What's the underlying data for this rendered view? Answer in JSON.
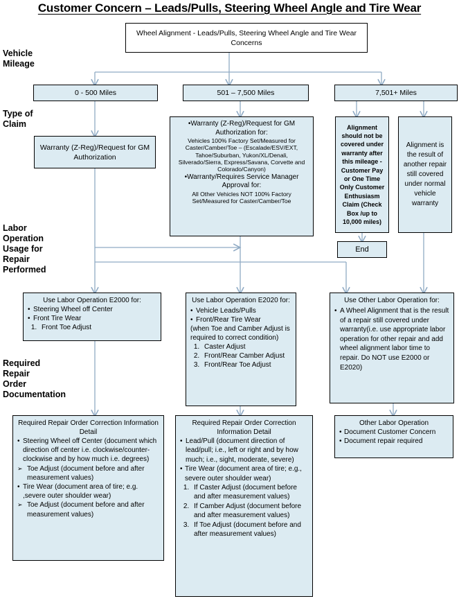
{
  "title": "Customer Concern – Leads/Pulls, Steering Wheel Angle and Tire Wear",
  "row_labels": {
    "mileage": "Vehicle\nMileage",
    "claim": "Type of\nClaim",
    "labor": "Labor\nOperation\nUsage for\nRepair\nPerformed",
    "documentation": "Required\nRepair\nOrder\nDocumentation"
  },
  "colors": {
    "box_fill": "#dcebf2",
    "box_border": "#000000",
    "wire": "#8faac4",
    "text": "#000000"
  },
  "start_box": {
    "text": "Wheel Alignment - Leads/Pulls, Steering Wheel Angle and Tire Wear Concerns"
  },
  "mileage_boxes": [
    {
      "label": "0 - 500 Miles"
    },
    {
      "label": "501 – 7,500 Miles"
    },
    {
      "label": "7,501+ Miles"
    }
  ],
  "claim_boxes": {
    "low": {
      "text": "Warranty (Z-Reg)/Request for GM  Authorization"
    },
    "mid": {
      "bullet1_head": "Warranty (Z-Reg)/Request for GM Authorization for:",
      "bullet1_body": "Vehicles 100% Factory Set/Measured for Caster/Camber/Toe – (Escalade/ESV/EXT, Tahoe/Suburban, Yukon/XL/Denali, Silverado/Sierra, Express/Savana,  Corvette and Colorado/Canyon)",
      "bullet2_head": "Warranty/Requires Service Manager Approval for:",
      "bullet2_body": "All Other Vehicles NOT 100% Factory Set/Measured for Caster/Camber/Toe"
    },
    "high_a": {
      "text": "Alignment should not be covered under warranty after this mileage - Customer Pay or  One Time Only Customer Enthusiasm Claim (Check Box /up to 10,000 miles)"
    },
    "high_b": {
      "text": "Alignment is the result of another repair still covered under normal vehicle warranty"
    },
    "end": {
      "label": "End"
    }
  },
  "labor_boxes": {
    "e2000": {
      "head": "Use Labor Operation E2000 for:",
      "bullets": [
        "Steering Wheel off Center",
        "Front Tire Wear"
      ],
      "numbered": [
        "Front Toe Adjust"
      ]
    },
    "e2020": {
      "head": "Use Labor Operation E2020 for:",
      "bullets": [
        "Vehicle Leads/Pulls",
        "Front/Rear Tire Wear"
      ],
      "note": "(when Toe and Camber Adjust is required to correct condition)",
      "numbered": [
        "Caster Adjust",
        "Front/Rear Camber Adjust",
        "Front/Rear Toe Adjust"
      ]
    },
    "other": {
      "head": "Use Other Labor Operation for:",
      "bullets": [
        "A Wheel Alignment that is the result of a repair still covered under warranty(i.e. use appropriate labor operation for other repair and add wheel alignment labor time to repair. Do NOT use E2000 or E2020)"
      ]
    }
  },
  "doc_boxes": {
    "left": {
      "head": "Required Repair Order Correction Information Detail",
      "b1": "Steering Wheel off Center (document which direction off center i.e. clockwise/counter-clockwise and by how much i.e. degrees)",
      "a1": "Toe Adjust (document before and after measurement values)",
      "b2": "Tire Wear (document area of tire; e.g. ,severe outer shoulder wear)",
      "a2": "Toe Adjust (document before and after measurement values)"
    },
    "mid": {
      "head": "Required Repair Order Correction Information Detail",
      "b1": "Lead/Pull (document direction of lead/pull; i.e., left or right and by how much; i.e., sight, moderate, severe)",
      "b2": "Tire Wear (document area of tire; e.g., severe outer shoulder wear)",
      "numbered": [
        "If Caster Adjust (document before and after measurement values)",
        "If Camber Adjust (document before and after measurement values)",
        "If Toe Adjust (document before and after measurement values)"
      ]
    },
    "right": {
      "head": "Other Labor Operation",
      "bullets": [
        "Document Customer Concern",
        "Document repair required"
      ]
    }
  }
}
